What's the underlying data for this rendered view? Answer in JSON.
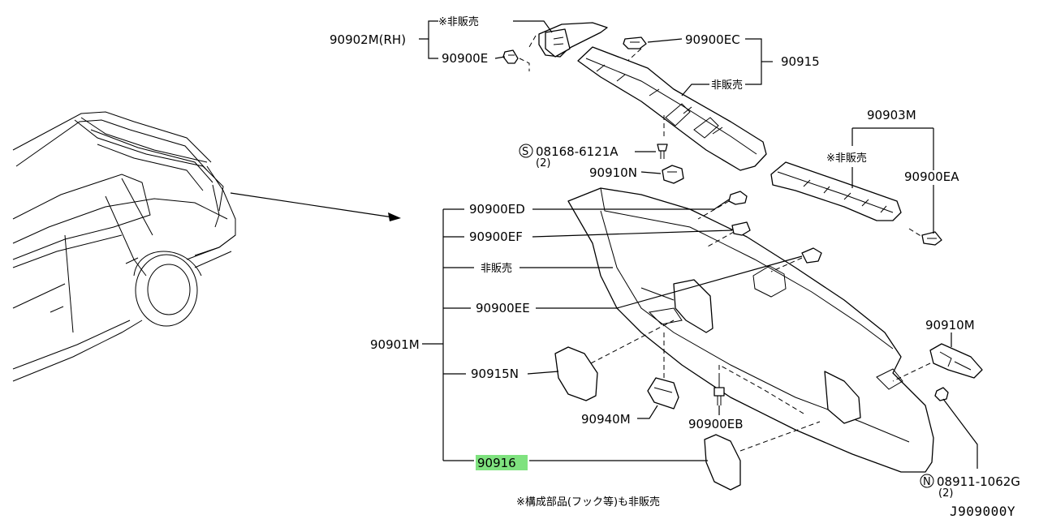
{
  "labels": {
    "p90902M_RH": "90902M(RH)",
    "not_sold_top": "※非販売",
    "p90900E": "90900E",
    "p90900EC": "90900EC",
    "p90915": "90915",
    "not_sold_mid": "非販売",
    "p90903M": "90903M",
    "not_sold_right": "※非販売",
    "p90900EA": "90900EA",
    "screw_code": "08168-6121A",
    "screw_qty": "(2)",
    "p90910N": "90910N",
    "p90900ED": "90900ED",
    "p90900EF": "90900EF",
    "not_sold_left": "非販売",
    "p90900EE": "90900EE",
    "p90901M": "90901M",
    "p90915N": "90915N",
    "p90940M": "90940M",
    "p90900EB": "90900EB",
    "p90916": "90916",
    "p90910M": "90910M",
    "nut_code": "08911-1062G",
    "nut_qty": "(2)",
    "footnote": "※構成部品(フック等)も非販売",
    "diagram_id": "J909000Y",
    "symbol_s": "S",
    "symbol_n": "N"
  },
  "highlight_color": "#7fe27f"
}
